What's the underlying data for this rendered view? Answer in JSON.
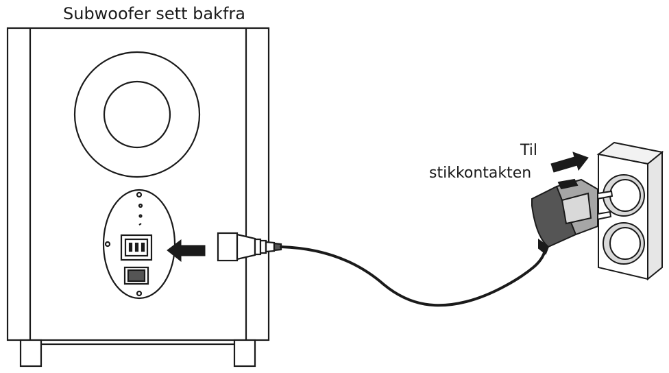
{
  "labels": {
    "title": "Subwoofer sett bakfra",
    "til": "Til",
    "stikkontakten": "stikkontakten"
  },
  "colors": {
    "stroke": "#1a1a1a",
    "fill_light": "#ffffff",
    "fill_shade": "#d9d9d9",
    "fill_dark": "#555555",
    "arrow": "#1a1a1a"
  },
  "icons": [
    "power-arrow-icon",
    "plug-arrow-icon"
  ]
}
